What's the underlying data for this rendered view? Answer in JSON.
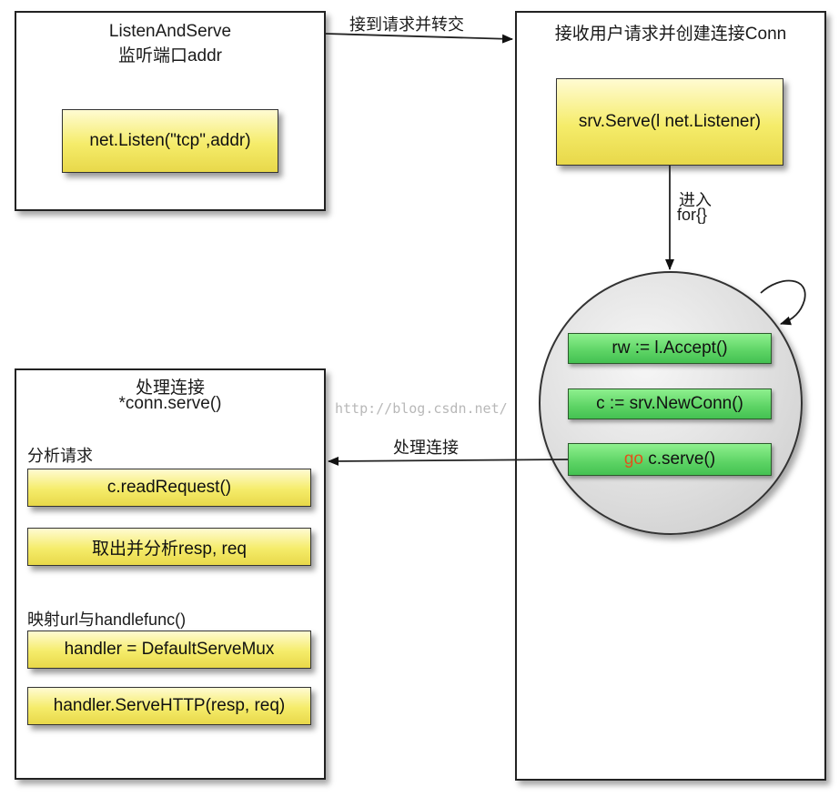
{
  "top_left_panel": {
    "title": "ListenAndServe",
    "subtitle": "监听端口addr",
    "box": "net.Listen(\"tcp\",addr)"
  },
  "right_panel": {
    "title": "接收用户请求并创建连接Conn",
    "serve_box": "srv.Serve(l net.Listener)",
    "loop_label_1": "进入",
    "loop_label_2": "for{}",
    "loop_items": [
      "rw := l.Accept()",
      "c := srv.NewConn()"
    ],
    "go_keyword": "go",
    "go_call": " c.serve()"
  },
  "bottom_left_panel": {
    "title": "处理连接",
    "subtitle": "*conn.serve()",
    "section1_label": "分析请求",
    "section1_boxes": [
      "c.readRequest()",
      "取出并分析resp, req"
    ],
    "section2_label": "映射url与handlefunc()",
    "section2_boxes": [
      "handler = DefaultServeMux",
      "handler.ServeHTTP(resp, req)"
    ]
  },
  "arrows": {
    "top_arrow_label": "接到请求并转交",
    "bottom_arrow_label": "处理连接"
  },
  "watermark": "http://blog.csdn.net/",
  "colors": {
    "yellow_box": "#f5ec6a",
    "green_box": "#5cd364",
    "go_keyword": "#e0531b",
    "border": "#222222"
  }
}
